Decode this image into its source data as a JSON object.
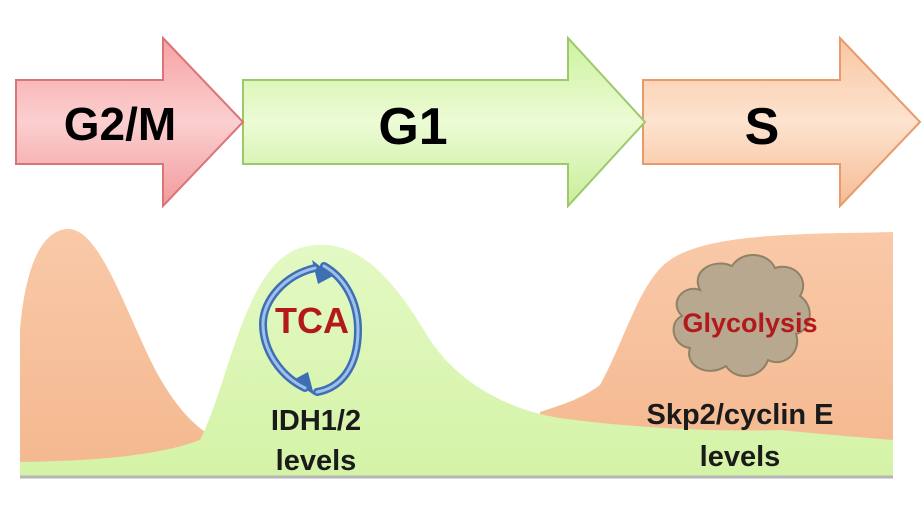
{
  "phases": [
    {
      "label": "G2/M",
      "color": "#f7a9a9"
    },
    {
      "label": "G1",
      "color": "#d3f4a8"
    },
    {
      "label": "S",
      "color": "#f7c8a4"
    }
  ],
  "metabolism": {
    "tca_label": "TCA",
    "glycolysis_label": "Glycolysis"
  },
  "levels": {
    "idh_line1": "IDH1/2",
    "idh_line2": "levels",
    "skp2_line1": "Skp2/cyclin E",
    "skp2_line2": "levels"
  },
  "colors": {
    "orange_curve": "#f7c19d",
    "green_curve": "#d9f6b0",
    "cycle_arrows": "#3f6fb3",
    "cloud": "#b7a88f",
    "label_red": "#b3191b"
  }
}
